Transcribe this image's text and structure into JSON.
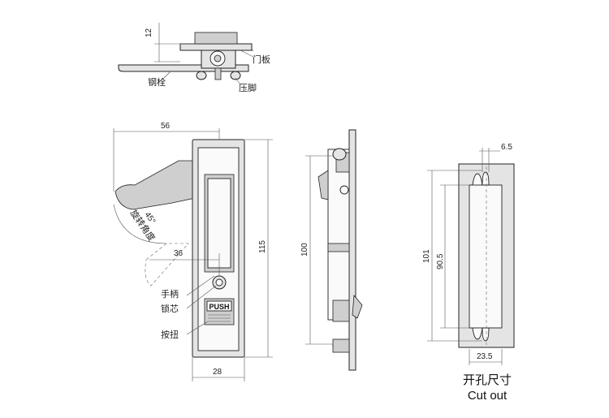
{
  "top_view": {
    "dim_height": "12",
    "label_door_panel": "门板",
    "label_bolt": "钢栓",
    "label_clamp": "压脚"
  },
  "front_view": {
    "dim_width": "56",
    "dim_angle": "45°",
    "label_rotation_angle": "旋转角度",
    "dim_offset": "36",
    "dim_height": "115",
    "dim_bottom_width": "28",
    "label_handle": "手柄",
    "label_lock_core": "锁芯",
    "label_button": "按扭",
    "push_text": "PUSH"
  },
  "side_view": {
    "dim_height": "100"
  },
  "cutout_view": {
    "dim_top": "6.5",
    "dim_outer": "101",
    "dim_inner": "90.5",
    "dim_bottom": "23.5",
    "caption_cn": "开孔尺寸",
    "caption_en": "Cut out"
  }
}
